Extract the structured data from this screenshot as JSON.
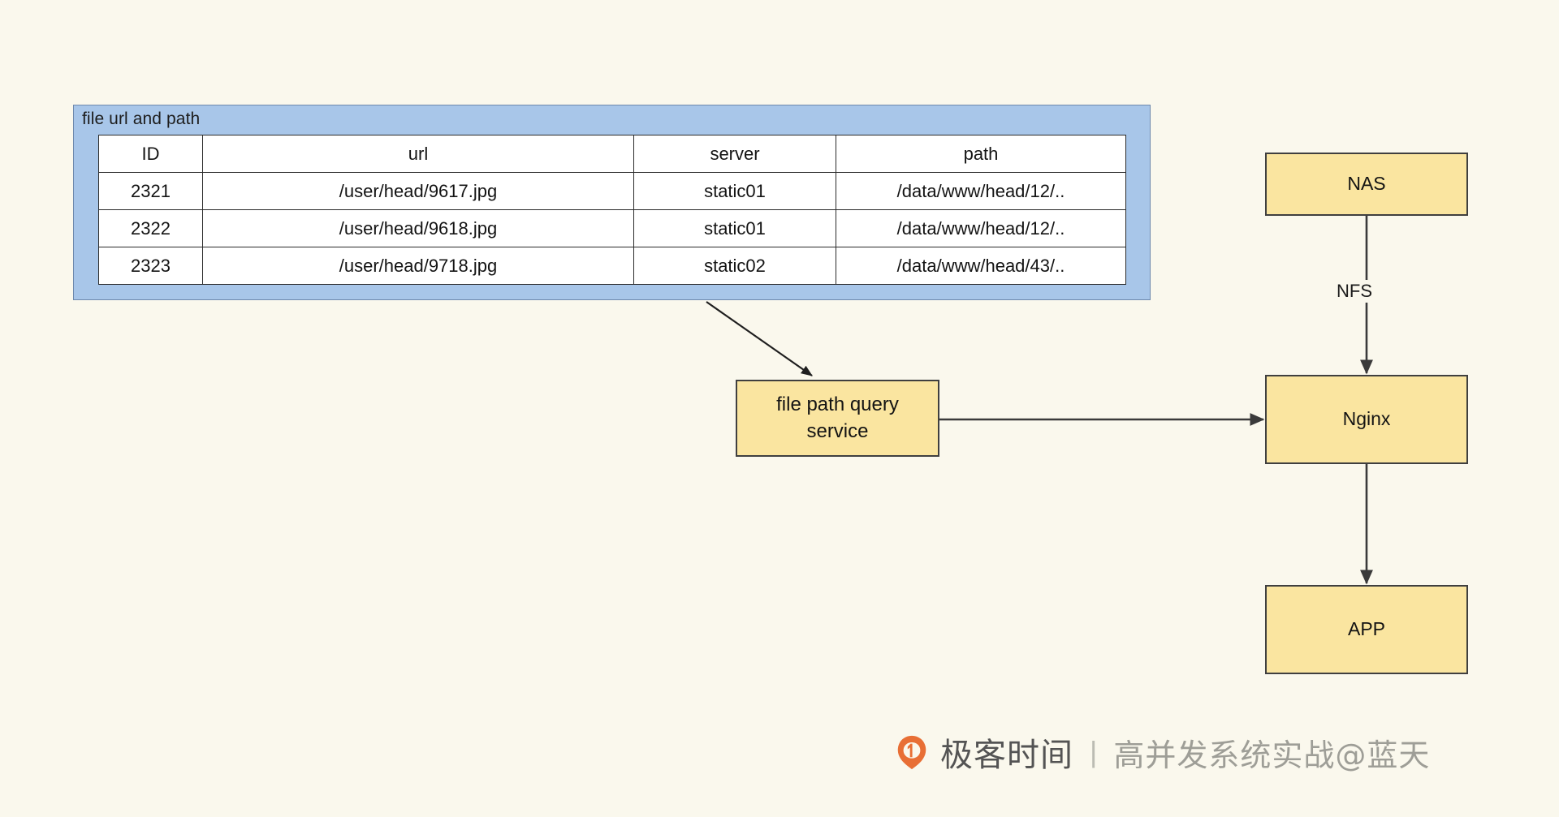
{
  "background_color": "#faf8ed",
  "panel": {
    "title": "file url and path",
    "fill_color": "#a8c6e9",
    "table": {
      "columns": [
        "ID",
        "url",
        "server",
        "path"
      ],
      "rows": [
        [
          "2321",
          "/user/head/9617.jpg",
          "static01",
          "/data/www/head/12/.."
        ],
        [
          "2322",
          "/user/head/9618.jpg",
          "static01",
          "/data/www/head/12/.."
        ],
        [
          "2323",
          "/user/head/9718.jpg",
          "static02",
          "/data/www/head/43/.."
        ]
      ]
    }
  },
  "nodes": {
    "service": {
      "label": "file path query\nservice",
      "line1": "file path query",
      "line2": "service",
      "fill_color": "#fae5a0"
    },
    "nas": {
      "label": "NAS",
      "fill_color": "#fae5a0"
    },
    "nginx": {
      "label": "Nginx",
      "fill_color": "#fae5a0"
    },
    "app": {
      "label": "APP",
      "fill_color": "#fae5a0"
    }
  },
  "edges": {
    "table_to_service": {
      "label": ""
    },
    "service_to_nginx": {
      "label": ""
    },
    "nas_to_nginx": {
      "label": "NFS"
    },
    "nginx_to_app": {
      "label": ""
    }
  },
  "watermark": {
    "brand": "极客时间",
    "separator": "|",
    "subtitle": "高并发系统实战@蓝天",
    "logo_color": "#e8682c"
  }
}
